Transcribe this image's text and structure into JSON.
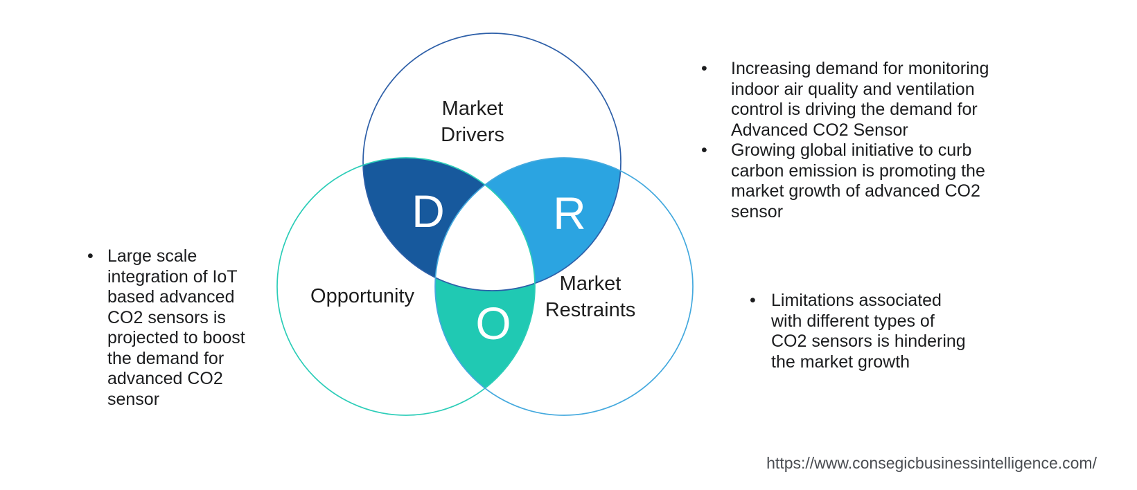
{
  "diagram": {
    "drivers": {
      "label_line1": "Market",
      "label_line2": "Drivers",
      "letter": "D"
    },
    "opportunity": {
      "label": "Opportunity",
      "letter": "O"
    },
    "restraints": {
      "label_line1": "Market",
      "label_line2": "Restraints",
      "letter": "R"
    },
    "colors": {
      "background": "#FFFFFF",
      "drivers_outline": "#2D5FA8",
      "opportunity_outline": "#2CCDB8",
      "restraints_outline": "#44A9DE",
      "drivers_lens": "#17599D",
      "restraints_lens": "#2BA4E1",
      "opportunity_lens": "#20C9B3",
      "letter_color": "#FFFFFF",
      "label_color": "#1E1E1E"
    }
  },
  "notes": {
    "bullet_glyph": "•",
    "drivers_bullet_1": "Increasing demand for monitoring\nindoor air quality and ventilation\ncontrol is driving the demand for\nAdvanced CO2 Sensor",
    "drivers_bullet_2": "Growing global initiative to curb\ncarbon emission is promoting the\nmarket growth of advanced CO2\nsensor",
    "opportunity_bullet_1": "Large scale\nintegration of IoT\nbased advanced\nCO2 sensors is\nprojected to boost\nthe demand for\nadvanced CO2\nsensor",
    "restraints_bullet_1": "Limitations associated\nwith different types of\nCO2 sensors is hindering\nthe market growth"
  },
  "footer": {
    "source_url": "https://www.consegicbusinessintelligence.com/"
  }
}
